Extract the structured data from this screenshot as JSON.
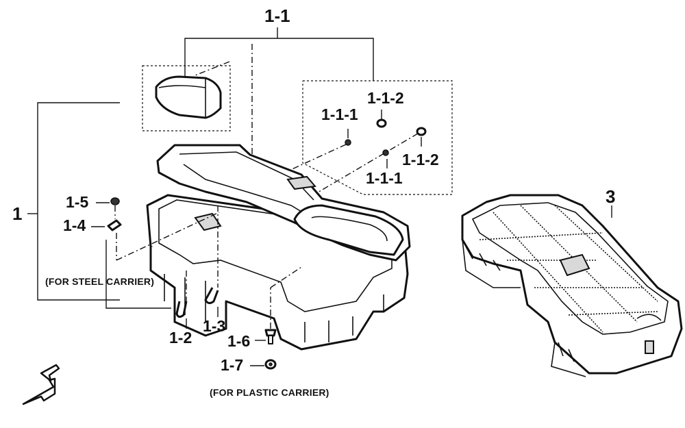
{
  "labels": {
    "assembly": "1",
    "kit": "1-1",
    "cushion_pad_note": "",
    "p111a": "1-1-1",
    "p112a": "1-1-2",
    "p112b": "1-1-2",
    "p111b": "1-1-1",
    "p15": "1-5",
    "p14": "1-4",
    "p12": "1-2",
    "p13": "1-3",
    "p16": "1-6",
    "p17": "1-7",
    "p3": "3"
  },
  "notes": {
    "steel": "(FOR STEEL CARRIER)",
    "plastic": "(FOR PLASTIC CARRIER)"
  },
  "icons": {
    "front_arrow": "front-direction-arrow-icon"
  }
}
